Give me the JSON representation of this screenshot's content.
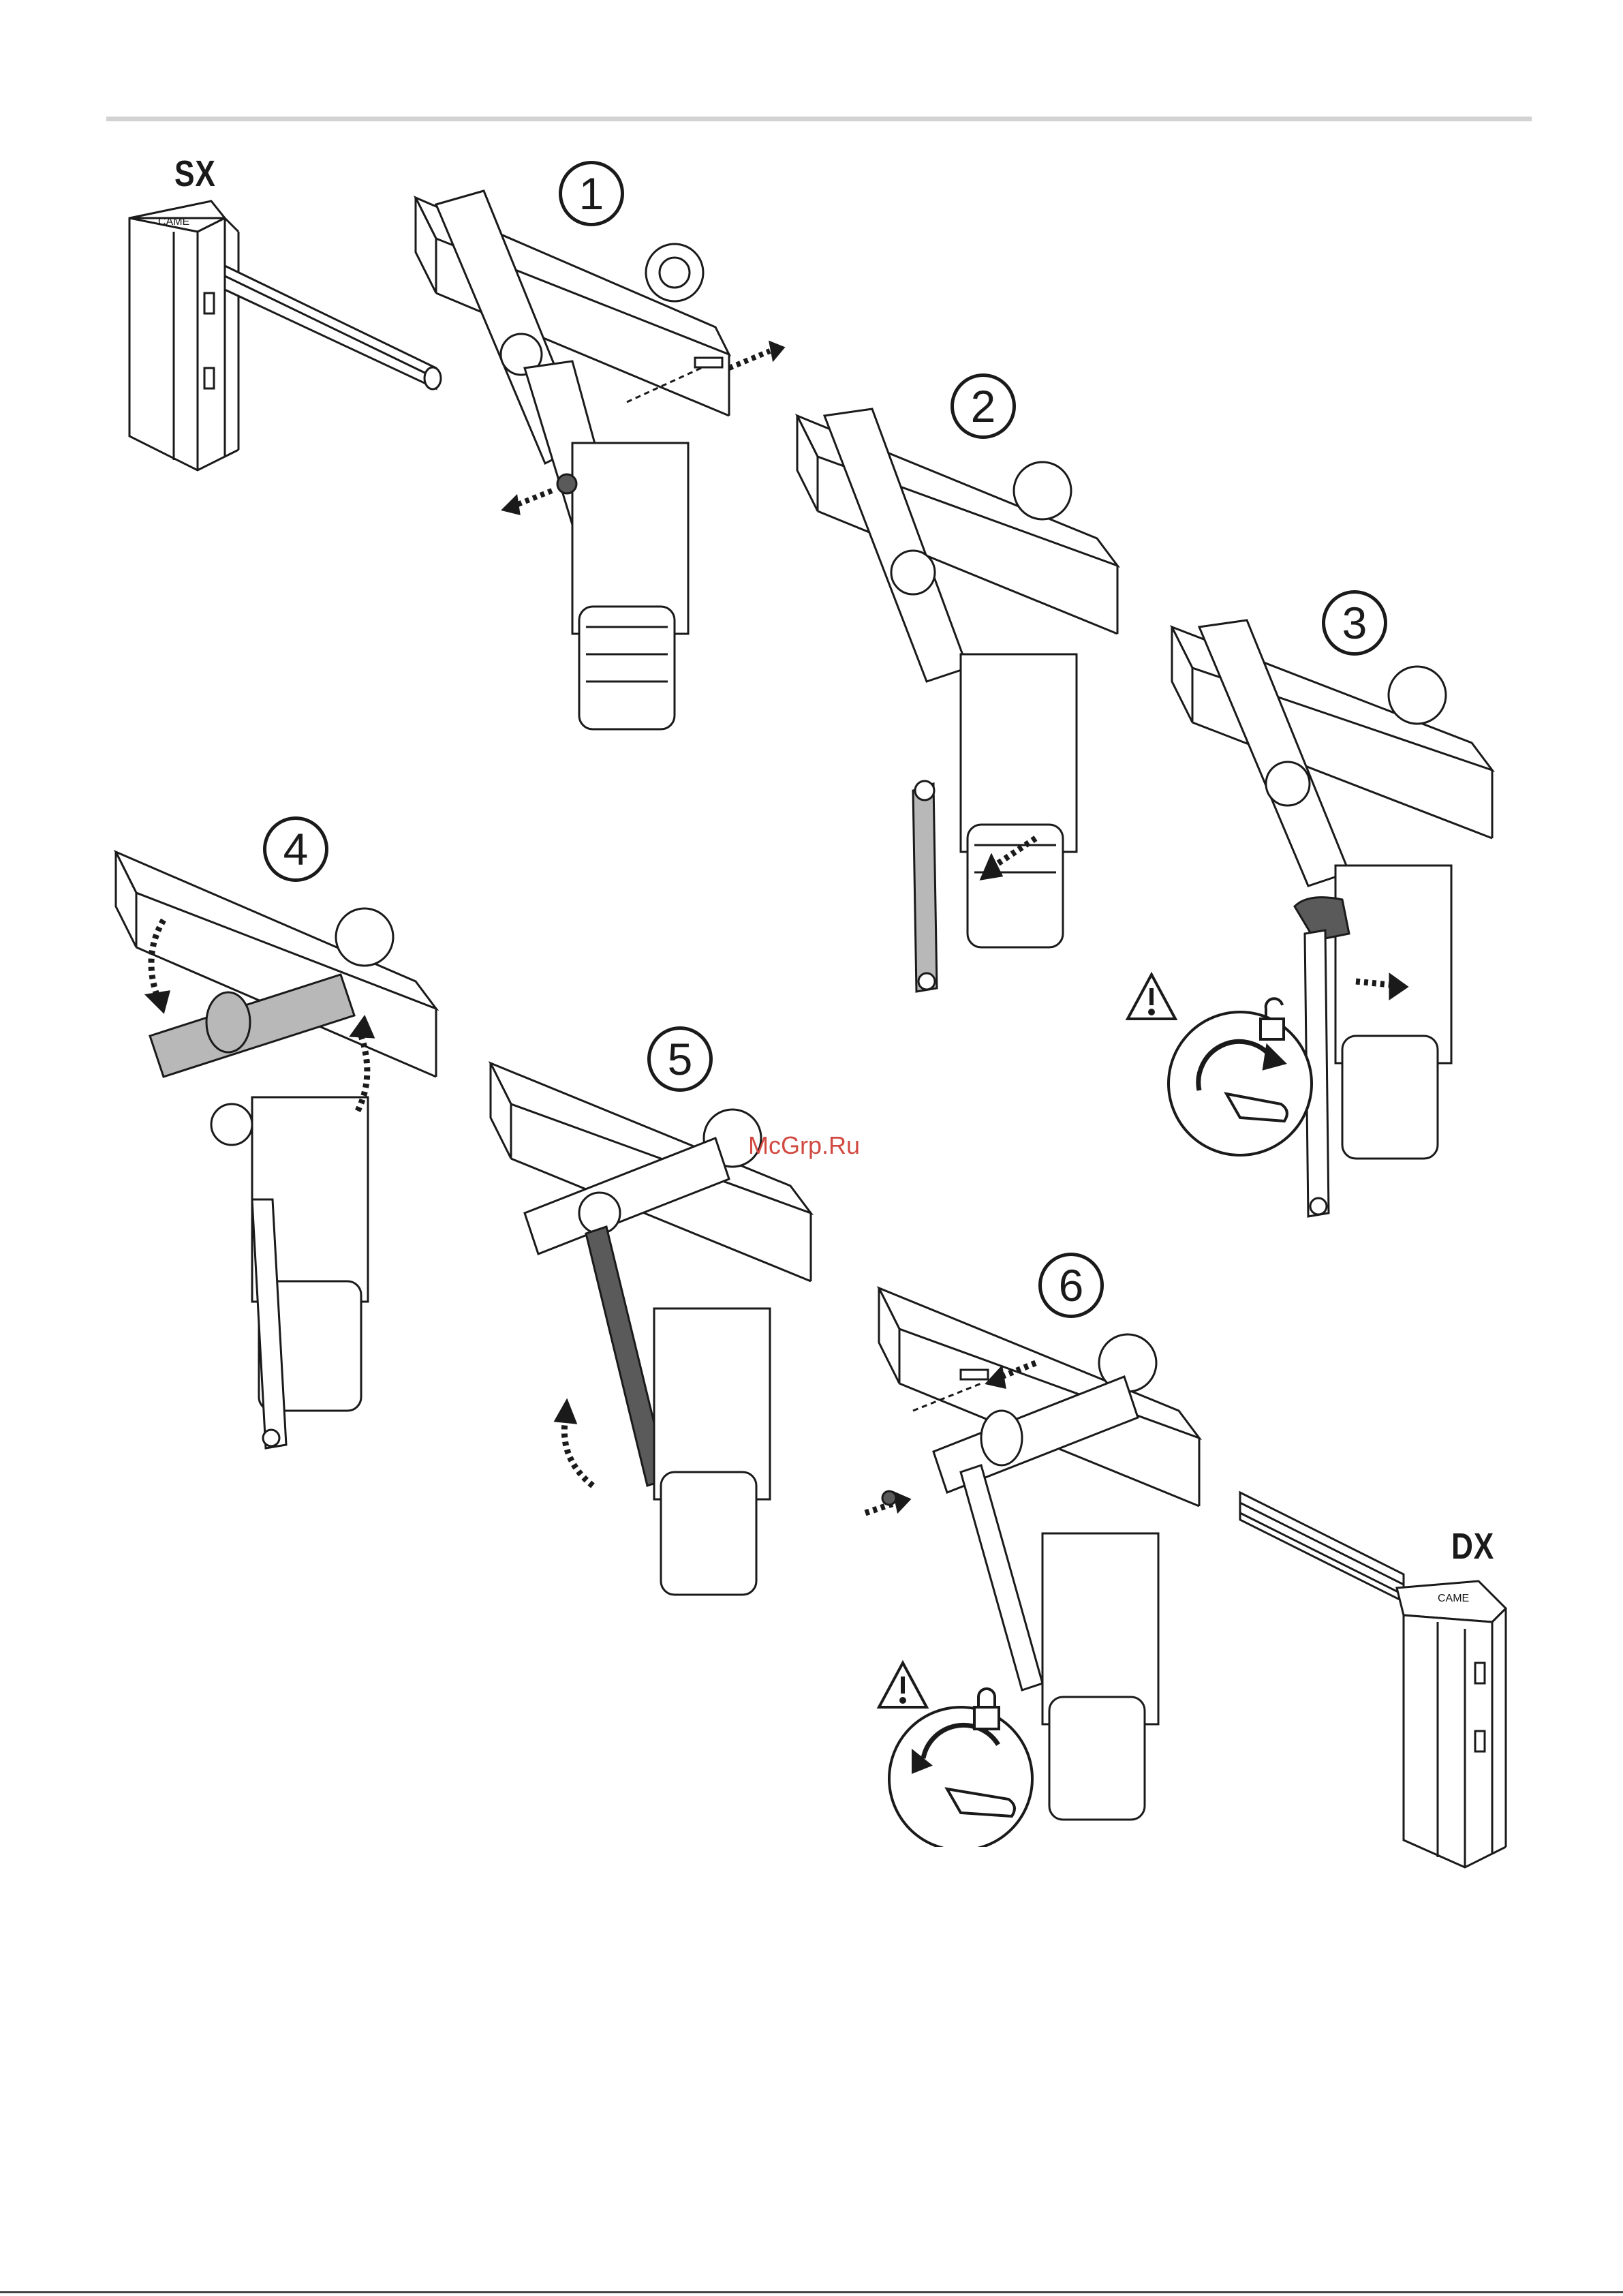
{
  "labels": {
    "left_side": "SX",
    "right_side": "DX"
  },
  "steps": [
    "1",
    "2",
    "3",
    "4",
    "5",
    "6"
  ],
  "watermark": "McGrp.Ru",
  "icons": {
    "warning": "warning-triangle-icon",
    "unlock": "padlock-open-icon",
    "lock": "padlock-closed-icon",
    "arrow": "dashed-arrow-icon"
  },
  "colors": {
    "line": "#1a1a1a",
    "fill_light": "#ffffff",
    "fill_mid": "#b8b8b8",
    "fill_dark": "#5a5a5a",
    "rule": "#d2d2d2",
    "watermark": "#d14a42"
  }
}
